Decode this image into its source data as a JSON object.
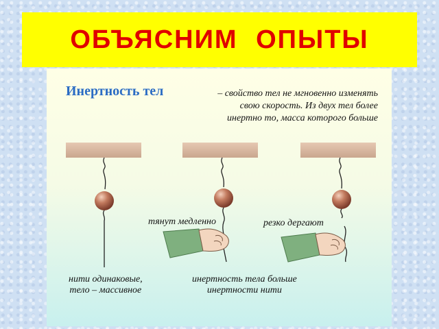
{
  "title": "ОБЪЯСНИМ  ОПЫТЫ",
  "panel": {
    "heading": "Инертность тел",
    "definition": [
      "– свойство тел не мгновенно изменять",
      "свою скорость. Из двух тел более",
      "инертно то, масса которого больше"
    ],
    "labels": {
      "slow_pull": "тянут медленно",
      "sharp_jerk": "резко дергают",
      "threads_same_1": "нити одинаковые,",
      "threads_same_2": "тело – массивное",
      "inertia_1": "инертность тела больше",
      "inertia_2": "инертности нити"
    }
  },
  "colors": {
    "title_bg": "#ffff00",
    "title_text": "#e00000",
    "heading": "#2b6cc4",
    "beam": "#d8b8a0",
    "ball": "#b5654a",
    "sleeve": "#7fb07f"
  }
}
